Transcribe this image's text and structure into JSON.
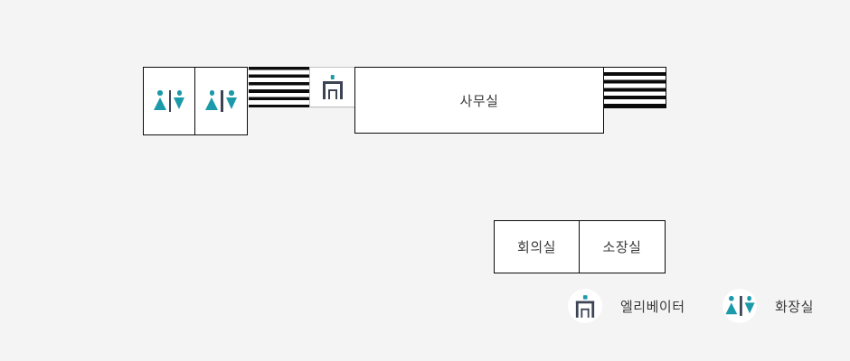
{
  "colors": {
    "background": "#f4f4f4",
    "teal": "#1b9aaa",
    "slate": "#3c4454",
    "outline": "#0b0b0b",
    "text": "#3b3b3b",
    "shaft_border": "#c3c3c3",
    "room_fill": "#ffffff"
  },
  "floorplan": {
    "office_label": "사무실",
    "meeting_label": "회의실",
    "director_label": "소장실",
    "icons": {
      "restroom": "restroom-icon",
      "elevator": "elevator-icon",
      "stairs": "stairs-hatch"
    }
  },
  "legend": {
    "items": [
      {
        "icon": "elevator-icon",
        "label": "엘리베이터"
      },
      {
        "icon": "restroom-icon",
        "label": "화장실"
      }
    ]
  }
}
